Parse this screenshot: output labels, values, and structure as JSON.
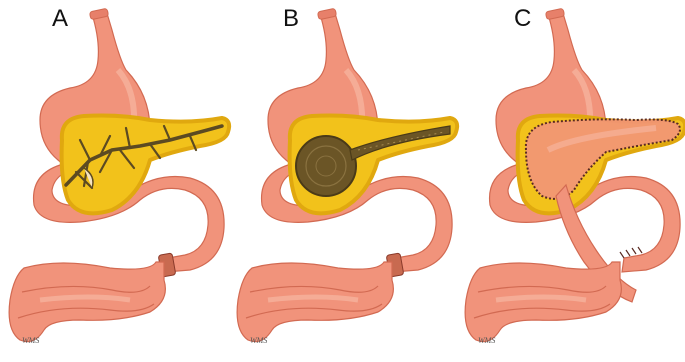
{
  "panels": [
    {
      "label": "A",
      "signature": "WMS"
    },
    {
      "label": "B",
      "signature": "WMS"
    },
    {
      "label": "C",
      "signature": "WMS"
    }
  ],
  "colors": {
    "organ": "#f1937b",
    "organ_light": "#f7b7a3",
    "organ_stroke": "#d26a52",
    "pancreas": "#f2c21b",
    "pancreas_edge": "#e0a80f",
    "duct_dark": "#5c4a22",
    "suture": "#5a2a22"
  },
  "icons": [
    "stomach-icon",
    "pancreas-icon",
    "small-intestine-icon"
  ]
}
